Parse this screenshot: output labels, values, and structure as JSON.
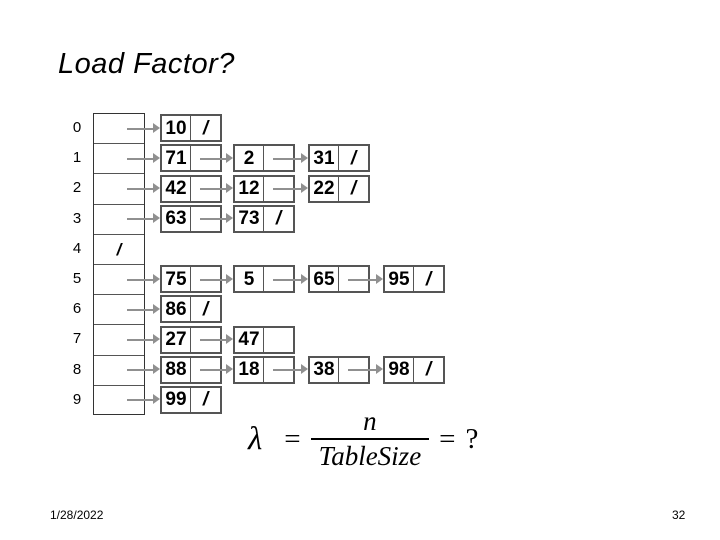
{
  "slide": {
    "title": "Load Factor?",
    "footer_date": "1/28/2022",
    "footer_page": "32"
  },
  "colors": {
    "text": "#000000",
    "node_border": "#555555",
    "table_border": "#333333",
    "arrow": "#909090",
    "background": "#ffffff"
  },
  "hash_table": {
    "null_marker": "/",
    "row_labels": [
      "0",
      "1",
      "2",
      "3",
      "4",
      "5",
      "6",
      "7",
      "8",
      "9"
    ],
    "buckets": [
      {
        "index": "0",
        "empty": false,
        "slash": "",
        "chain": [
          {
            "key": "10",
            "ptr": "/"
          }
        ]
      },
      {
        "index": "1",
        "empty": false,
        "slash": "",
        "chain": [
          {
            "key": "71",
            "ptr": ""
          },
          {
            "key": "2",
            "ptr": ""
          },
          {
            "key": "31",
            "ptr": "/"
          }
        ]
      },
      {
        "index": "2",
        "empty": false,
        "slash": "",
        "chain": [
          {
            "key": "42",
            "ptr": ""
          },
          {
            "key": "12",
            "ptr": ""
          },
          {
            "key": "22",
            "ptr": "/"
          }
        ]
      },
      {
        "index": "3",
        "empty": false,
        "slash": "",
        "chain": [
          {
            "key": "63",
            "ptr": ""
          },
          {
            "key": "73",
            "ptr": "/"
          }
        ]
      },
      {
        "index": "4",
        "empty": true,
        "slash": "/",
        "chain": []
      },
      {
        "index": "5",
        "empty": false,
        "slash": "",
        "chain": [
          {
            "key": "75",
            "ptr": ""
          },
          {
            "key": "5",
            "ptr": ""
          },
          {
            "key": "65",
            "ptr": ""
          },
          {
            "key": "95",
            "ptr": "/"
          }
        ]
      },
      {
        "index": "6",
        "empty": false,
        "slash": "",
        "chain": [
          {
            "key": "86",
            "ptr": "/"
          }
        ]
      },
      {
        "index": "7",
        "empty": false,
        "slash": "",
        "chain": [
          {
            "key": "27",
            "ptr": ""
          },
          {
            "key": "47",
            "ptr": ""
          }
        ]
      },
      {
        "index": "8",
        "empty": false,
        "slash": "",
        "chain": [
          {
            "key": "88",
            "ptr": ""
          },
          {
            "key": "18",
            "ptr": ""
          },
          {
            "key": "38",
            "ptr": ""
          },
          {
            "key": "98",
            "ptr": "/"
          }
        ]
      },
      {
        "index": "9",
        "empty": false,
        "slash": "",
        "chain": [
          {
            "key": "99",
            "ptr": "/"
          }
        ]
      }
    ]
  },
  "formula": {
    "lambda": "λ",
    "equals_1": "=",
    "numerator": "n",
    "denominator": "TableSize",
    "equals_2": "=",
    "question": "?"
  }
}
